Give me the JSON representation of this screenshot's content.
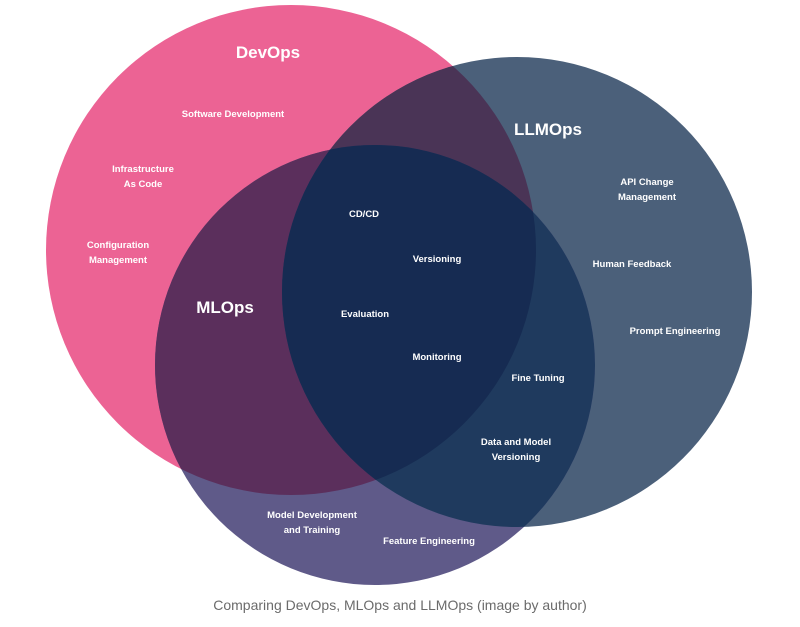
{
  "diagram": {
    "sets": {
      "devops": {
        "title": "DevOps",
        "color": "#ec6394"
      },
      "llmops": {
        "title": "LLMOps",
        "color": "#4b607a"
      },
      "mlops": {
        "title": "MLOps",
        "color": "#5f5a89"
      }
    },
    "regions": {
      "devops_only": [
        "Software Development",
        "Infrastructure As Code",
        "Configuration Management"
      ],
      "llmops_only": [
        "API Change Management",
        "Human Feedback",
        "Prompt Engineering"
      ],
      "mlops_only": [
        "Model Development and Training",
        "Feature Engineering"
      ],
      "devops_llmops_mlops": [
        "CD/CD",
        "Versioning",
        "Evaluation",
        "Monitoring"
      ],
      "llmops_mlops": [
        "Fine Tuning",
        "Data and Model Versioning"
      ]
    },
    "overlap_colors": {
      "devops_llmops": "#4a3456",
      "devops_mlops": "#5b2f5c",
      "llmops_mlops": "#1f3a5e",
      "all": "#162b52"
    }
  },
  "caption": "Comparing DevOps, MLOps and LLMOps (image by author)"
}
